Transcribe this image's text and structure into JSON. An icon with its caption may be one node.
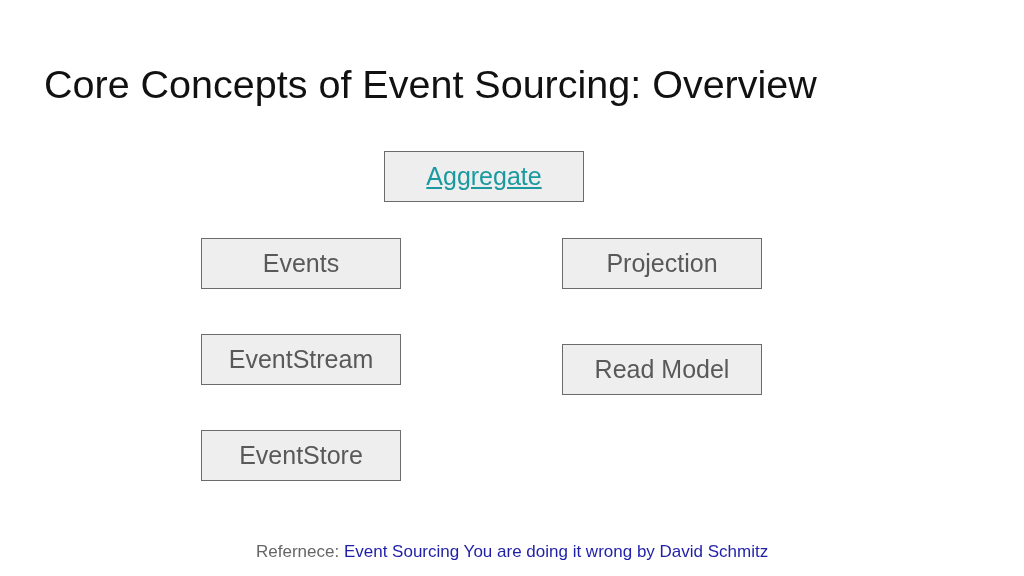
{
  "diagram": {
    "title": "Core Concepts of Event Sourcing: Overview",
    "nodes": [
      {
        "text": [
          "Aggregate"
        ]
      },
      {
        "text": [
          "Events"
        ]
      },
      {
        "text": [
          "Projection"
        ]
      },
      {
        "text": [
          "EventStream"
        ]
      },
      {
        "text": [
          "Read Model"
        ]
      },
      {
        "text": [
          "EventStore"
        ]
      }
    ],
    "labels": [
      "Refernece:",
      "Event Sourcing You are doing it wrong by David Schmitz"
    ]
  }
}
